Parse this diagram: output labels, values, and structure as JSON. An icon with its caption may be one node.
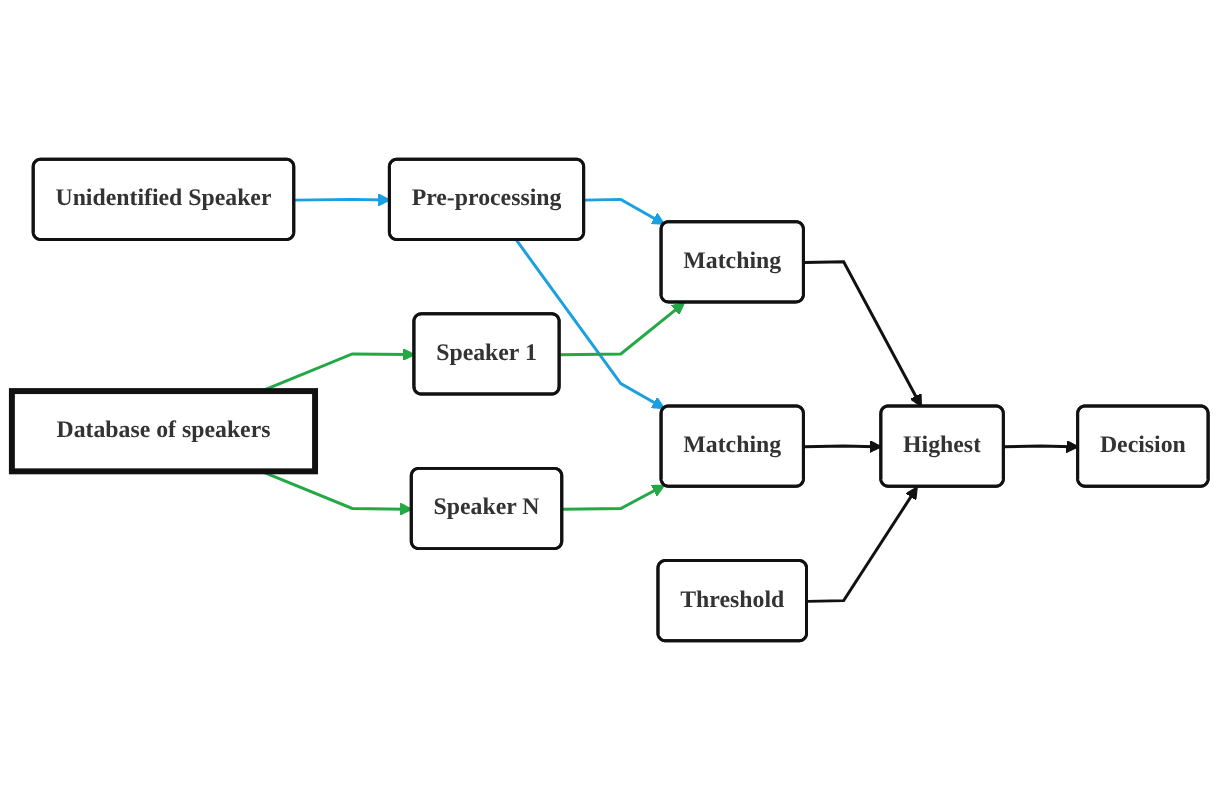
{
  "diagram": {
    "nodes": [
      {
        "text": [
          "Unidentified Speaker"
        ]
      },
      {
        "text": [
          "Pre-processing"
        ]
      },
      {
        "text": [
          "Matching"
        ]
      },
      {
        "text": [
          "Threshold"
        ]
      },
      {
        "text": [
          "Highest"
        ]
      },
      {
        "text": [
          "Speaker 1"
        ]
      },
      {
        "text": [
          "Matching"
        ]
      },
      {
        "text": [
          "Database of speakers"
        ]
      },
      {
        "text": [
          "Speaker N"
        ]
      },
      {
        "text": [
          "Decision"
        ]
      }
    ],
    "edges": [
      {
        "from": 0,
        "to": 1,
        "arrow": "to",
        "color": "#1a9fe0"
      },
      {
        "from": 1,
        "to": 2,
        "arrow": "to",
        "color": "#1a9fe0"
      },
      {
        "from": 1,
        "to": 6,
        "arrow": "to",
        "color": "#1a9fe0"
      },
      {
        "from": 7,
        "to": 5,
        "arrow": "to",
        "color": "#22a845"
      },
      {
        "from": 7,
        "to": 8,
        "arrow": "to",
        "color": "#22a845"
      },
      {
        "from": 5,
        "to": 2,
        "arrow": "to",
        "color": "#22a845"
      },
      {
        "from": 8,
        "to": 6,
        "arrow": "to",
        "color": "#22a845"
      },
      {
        "from": 2,
        "to": 4,
        "arrow": "to",
        "color": "#111111"
      },
      {
        "from": 6,
        "to": 4,
        "arrow": "to",
        "color": "#111111"
      },
      {
        "from": 3,
        "to": 4,
        "arrow": "to",
        "color": "#111111"
      },
      {
        "from": 4,
        "to": 9,
        "arrow": "to",
        "color": "#111111"
      }
    ]
  }
}
